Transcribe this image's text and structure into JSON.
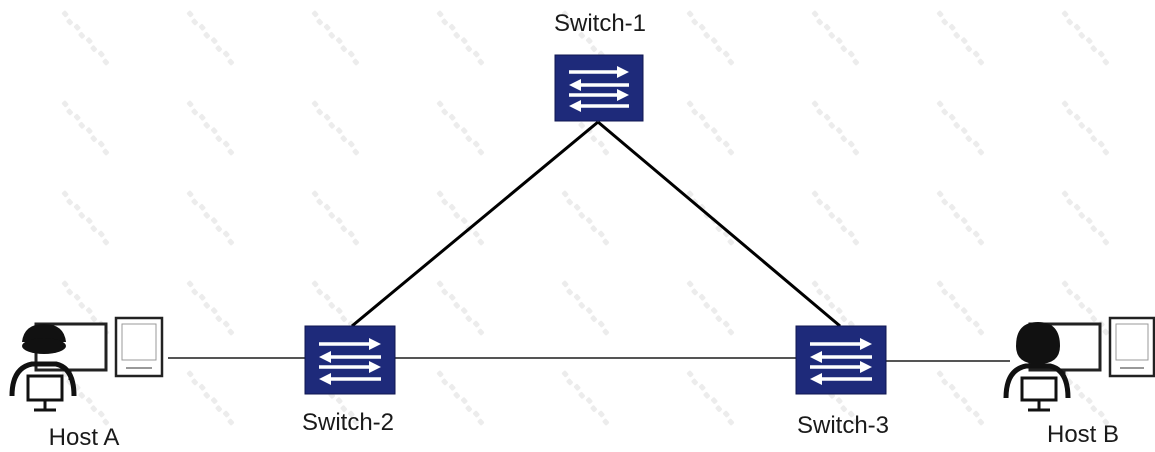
{
  "nodes": {
    "switch1": {
      "label": "Switch-1",
      "icon": "network-switch-icon"
    },
    "switch2": {
      "label": "Switch-2",
      "icon": "network-switch-icon"
    },
    "switch3": {
      "label": "Switch-3",
      "icon": "network-switch-icon"
    },
    "hostA": {
      "label": "Host A",
      "icon": "host-user-computer-icon"
    },
    "hostB": {
      "label": "Host B",
      "icon": "host-user-computer-icon"
    }
  },
  "links": [
    {
      "from": "switch1",
      "to": "switch2"
    },
    {
      "from": "switch1",
      "to": "switch3"
    },
    {
      "from": "switch2",
      "to": "switch3"
    },
    {
      "from": "hostA",
      "to": "switch2"
    },
    {
      "from": "switch3",
      "to": "hostB"
    }
  ],
  "colors": {
    "switch_fill": "#1e2a7a",
    "switch_arrow": "#ffffff",
    "host_dark": "#111111",
    "link_core": "#000000",
    "link_access": "#555555"
  }
}
